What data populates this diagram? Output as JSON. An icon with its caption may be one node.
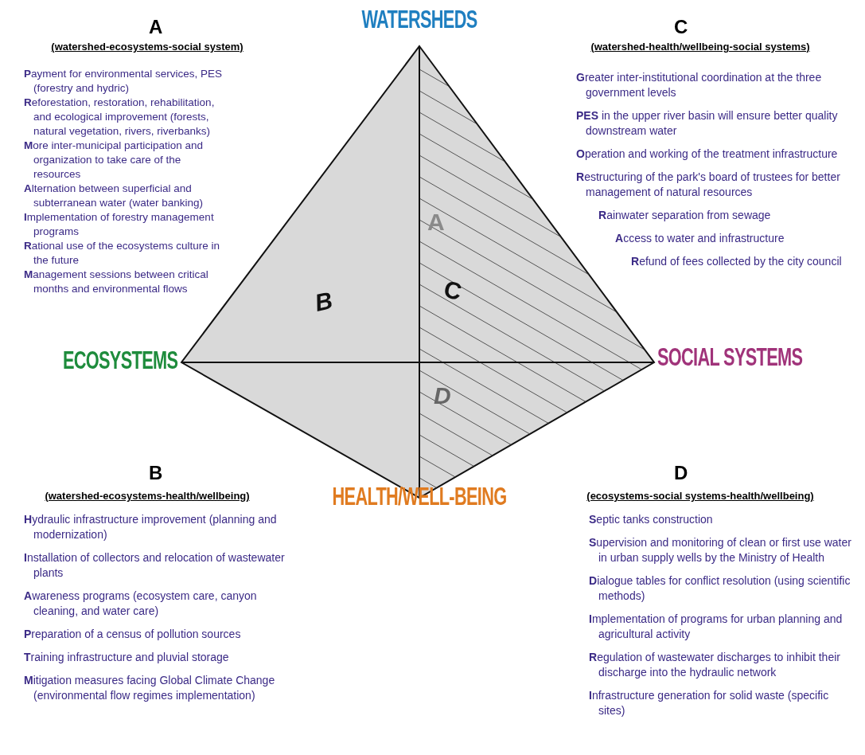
{
  "diagram": {
    "labels": [
      "WATERSHEDS",
      "ECOSYSTEMS",
      "SOCIAL SYSTEMS",
      "HEALTH/WELL-BEING",
      "A",
      "B",
      "C",
      "D",
      "A",
      "(watershed-ecosystems-social system)",
      "**P**ayment for environmental services, PES (forestry and hydric)",
      "**R**eforestation, restoration, rehabilitation, and ecological improvement (forests, natural vegetation, rivers, riverbanks)",
      "**M**ore inter-municipal participation and organization to take care of the resources",
      "**A**lternation between superficial and subterranean water (water banking)",
      "**I**mplementation of forestry management programs",
      "**R**ational use of the ecosystems culture in the future",
      "**M**anagement sessions between critical months and environmental flows",
      "C",
      "(watershed-health/wellbeing-social systems)",
      "**G**reater inter-institutional coordination at the three government levels",
      "**PES** in the upper river basin will ensure better quality downstream water",
      "**O**peration and working of the treatment infrastructure",
      "**R**estructuring of the park's board of trustees for better management of natural resources",
      "**R**ainwater separation from sewage",
      "**A**ccess to water and infrastructure",
      "**R**efund of fees collected by the city council",
      "B",
      "(watershed-ecosystems-health/wellbeing)",
      "**H**ydraulic infrastructure improvement (planning and modernization)",
      "**I**nstallation of collectors and relocation of wastewater plants",
      "**A**wareness programs (ecosystem care, canyon cleaning, and water care)",
      "**P**reparation of a census of pollution sources",
      "**T**raining infrastructure and pluvial storage",
      "**M**itigation measures facing Global Climate Change (environmental flow regimes implementation)",
      "D",
      "(ecosystems-social systems-health/wellbeing)",
      "**S**eptic tanks construction",
      "**S**upervision and monitoring of clean or first use water in urban supply wells by the Ministry of Health",
      "**D**ialogue tables for conflict resolution (using scientific methods)",
      "**I**mplementation of programs for urban planning and agricultural activity",
      "**R**egulation of wastewater discharges to inhibit their discharge into the hydraulic network",
      "**I**nfrastructure generation for solid waste (specific sites)"
    ]
  }
}
